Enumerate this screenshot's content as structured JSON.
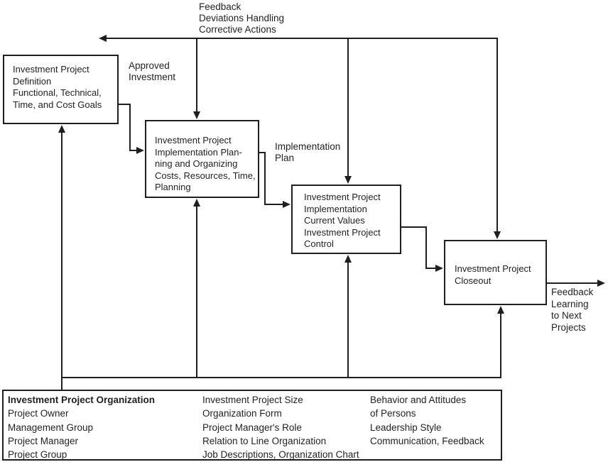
{
  "diagram": {
    "colors": {
      "line": "#1f1f1f",
      "text": "#231f20",
      "background": "#ffffff"
    },
    "feedback_label": [
      "Feedback",
      "Deviations Handling",
      "Corrective Actions"
    ],
    "boxes": [
      {
        "name": "investment-project-definition",
        "lines": [
          "Investment Project",
          "Definition",
          "Functional, Technical,",
          "Time, and Cost Goals"
        ]
      },
      {
        "name": "implementation-planning",
        "lines": [
          "Investment Project",
          "Implementation Plan-",
          "ning and Organizing",
          "Costs, Resources, Time,",
          "Planning"
        ]
      },
      {
        "name": "implementation-control",
        "lines": [
          "Investment Project",
          "Implementation",
          "Current Values",
          "Investment Project",
          "Control"
        ]
      },
      {
        "name": "closeout",
        "lines": [
          "Investment Project",
          "Closeout"
        ]
      }
    ],
    "edge_labels": {
      "approved_investment": [
        "Approved",
        "Investment"
      ],
      "implementation_plan": [
        "Implementation",
        "Plan"
      ],
      "feedback_learning": [
        "Feedback",
        "Learning",
        "to Next",
        "Projects"
      ]
    },
    "organization": {
      "col1": [
        "Investment Project Organization",
        "Project Owner",
        "Management Group",
        "Project Manager",
        "Project Group"
      ],
      "col2": [
        "Investment Project Size",
        "Organization Form",
        "Project Manager's Role",
        "Relation to Line Organization",
        "Job Descriptions, Organization Chart"
      ],
      "col3": [
        "Behavior and Attitudes",
        "of Persons",
        "Leadership Style",
        "Communication, Feedback"
      ]
    }
  }
}
